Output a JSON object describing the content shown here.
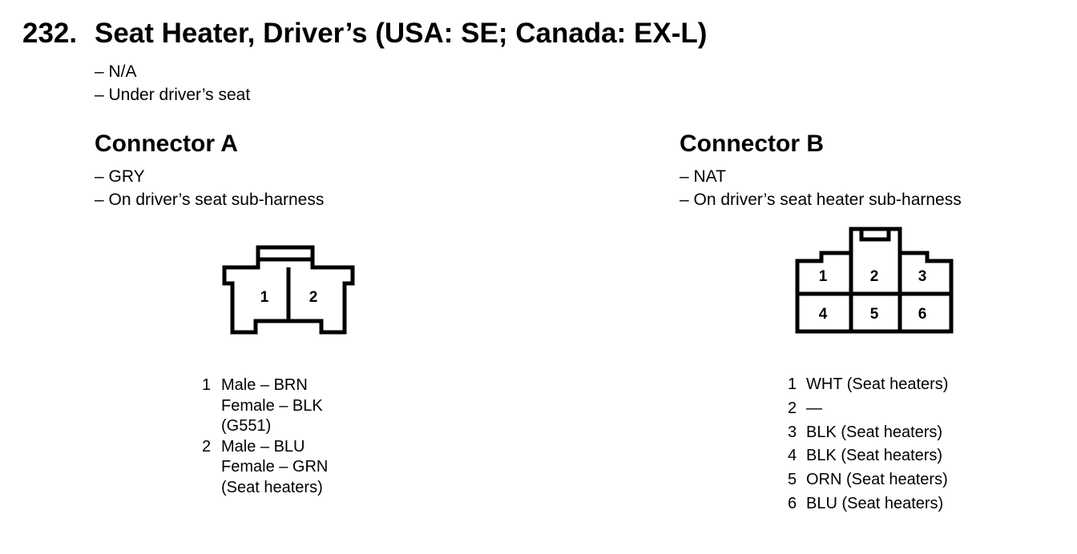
{
  "header": {
    "number": "232.",
    "title": "Seat Heater, Driver’s (USA: SE; Canada: EX-L)",
    "color": "– N/A",
    "location": "– Under driver’s seat"
  },
  "connector_a": {
    "heading": "Connector A",
    "color": "– GRY",
    "location": "– On driver’s seat sub-harness",
    "cavities": [
      "1",
      "2"
    ],
    "pins": [
      {
        "num": "1",
        "lines": [
          "Male – BRN",
          "Female – BLK",
          "(G551)"
        ]
      },
      {
        "num": "2",
        "lines": [
          "Male – BLU",
          "Female – GRN",
          "(Seat heaters)"
        ]
      }
    ]
  },
  "connector_b": {
    "heading": "Connector B",
    "color": "– NAT",
    "location": "– On driver’s seat heater sub-harness",
    "cavities": [
      "1",
      "2",
      "3",
      "4",
      "5",
      "6"
    ],
    "pins": [
      {
        "num": "1",
        "text": "WHT (Seat heaters)"
      },
      {
        "num": "2",
        "text": "—"
      },
      {
        "num": "3",
        "text": "BLK (Seat heaters)"
      },
      {
        "num": "4",
        "text": "BLK (Seat heaters)"
      },
      {
        "num": "5",
        "text": "ORN (Seat heaters)"
      },
      {
        "num": "6",
        "text": "BLU (Seat heaters)"
      }
    ]
  }
}
